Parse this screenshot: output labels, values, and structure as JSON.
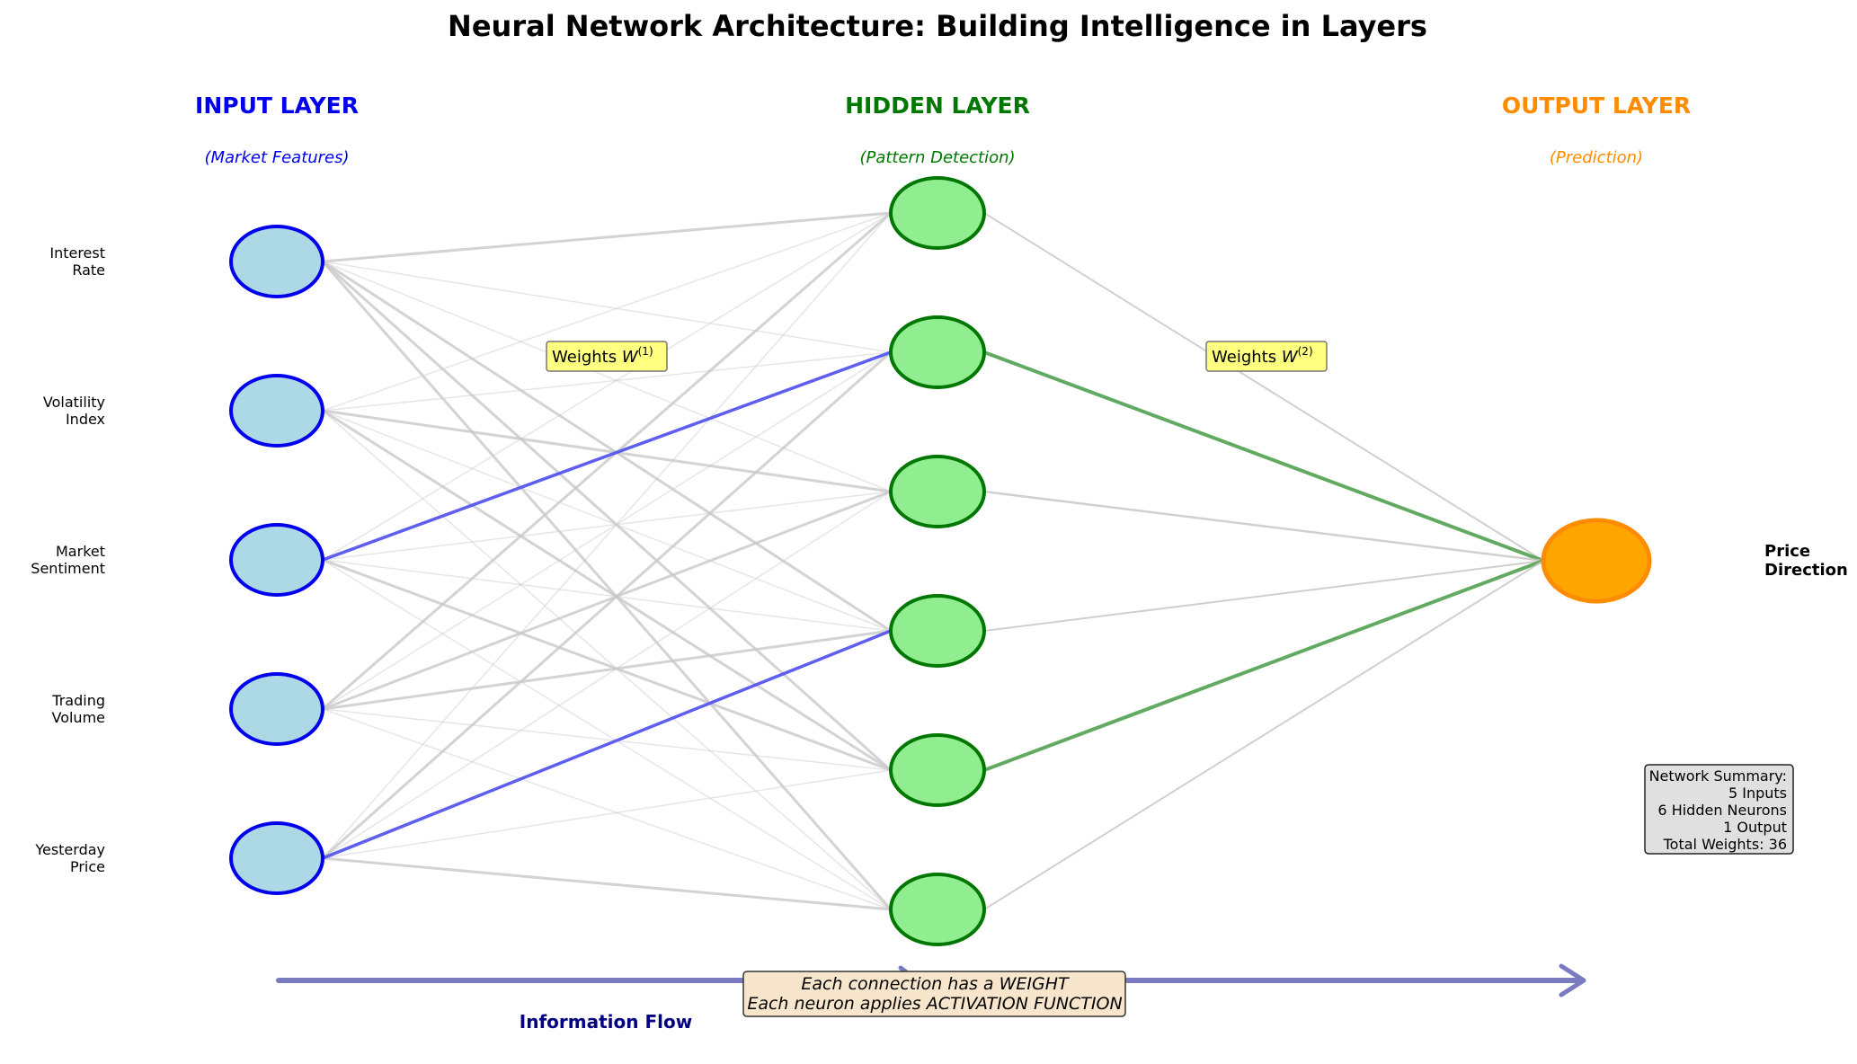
{
  "title": "Neural Network Architecture: Building Intelligence in Layers",
  "layers": {
    "input": {
      "heading": "INPUT LAYER",
      "subtitle": "(Market Features)",
      "color": "#0000ee",
      "features": [
        {
          "line1": "Interest",
          "line2": "Rate"
        },
        {
          "line1": "Volatility",
          "line2": "Index"
        },
        {
          "line1": "Market",
          "line2": "Sentiment"
        },
        {
          "line1": "Trading",
          "line2": "Volume"
        },
        {
          "line1": "Yesterday",
          "line2": "Price"
        }
      ]
    },
    "hidden": {
      "heading": "HIDDEN LAYER",
      "subtitle": "(Pattern Detection)",
      "color": "#007700",
      "neuron_count": 6
    },
    "output": {
      "heading": "OUTPUT LAYER",
      "subtitle": "(Prediction)",
      "color": "#ff8c00",
      "label_line1": "Price",
      "label_line2": "Direction"
    }
  },
  "weights": {
    "w1": {
      "text": "Weights ",
      "symbol": "W",
      "superscript": "(1)"
    },
    "w2": {
      "text": "Weights ",
      "symbol": "W",
      "superscript": "(2)"
    }
  },
  "highlighted_connections": {
    "input_to_hidden": [
      [
        2,
        1
      ],
      [
        4,
        3
      ]
    ],
    "hidden_to_output": [
      1,
      4
    ]
  },
  "summary": {
    "lines": [
      "Network Summary:",
      "5 Inputs",
      "6 Hidden Neurons",
      "1 Output",
      "Total Weights: 36"
    ]
  },
  "note": {
    "line1": "Each connection has a WEIGHT",
    "line2": "Each neuron applies ACTIVATION FUNCTION"
  },
  "flow_label": "Information Flow",
  "colors": {
    "input_fill": "#add8e6",
    "input_stroke": "#0000ee",
    "hidden_fill": "#90ee90",
    "hidden_stroke": "#007700",
    "output_fill": "#ffa500",
    "output_stroke": "#ff8c00",
    "highlight_input": "#5555ee",
    "highlight_output": "#5aa55a",
    "connection": "#c8c8c8",
    "arrow": "#7a7ac0",
    "weight_box": "#ffff80",
    "note_box": "#f8e6cc",
    "summary_box": "#e0e0e0"
  }
}
